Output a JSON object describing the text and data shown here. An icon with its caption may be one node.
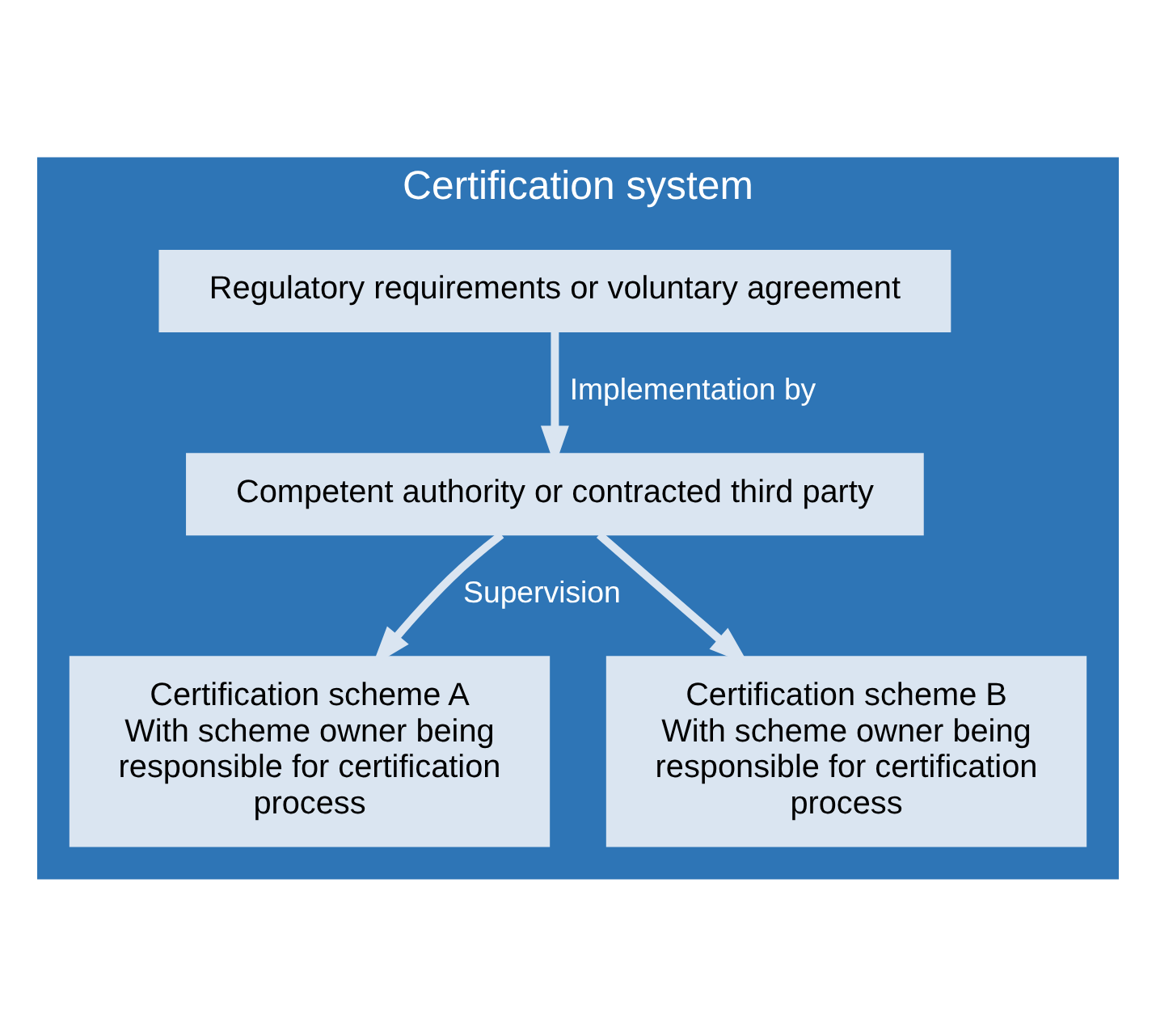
{
  "diagram": {
    "nodes": [
      {
        "text": [
          "Certification system"
        ]
      },
      {
        "text": [
          "Regulatory requirements or voluntary agreement"
        ],
        "in": 0
      },
      {
        "text": [
          "Competent authority or contracted third party"
        ],
        "in": 0
      },
      {
        "text": [
          "Certification scheme A",
          "With scheme owner being responsible for certification process"
        ],
        "in": 0
      },
      {
        "text": [
          "Certification scheme B",
          "With scheme owner being responsible for certification process"
        ],
        "in": 0
      }
    ],
    "edges": [
      {
        "from": 1,
        "to": 2,
        "arrow": "to",
        "label": "Implementation by"
      },
      {
        "from": 2,
        "to": 3,
        "arrow": "to",
        "label": "Supervision"
      },
      {
        "from": 2,
        "to": 4,
        "arrow": "to"
      }
    ]
  }
}
